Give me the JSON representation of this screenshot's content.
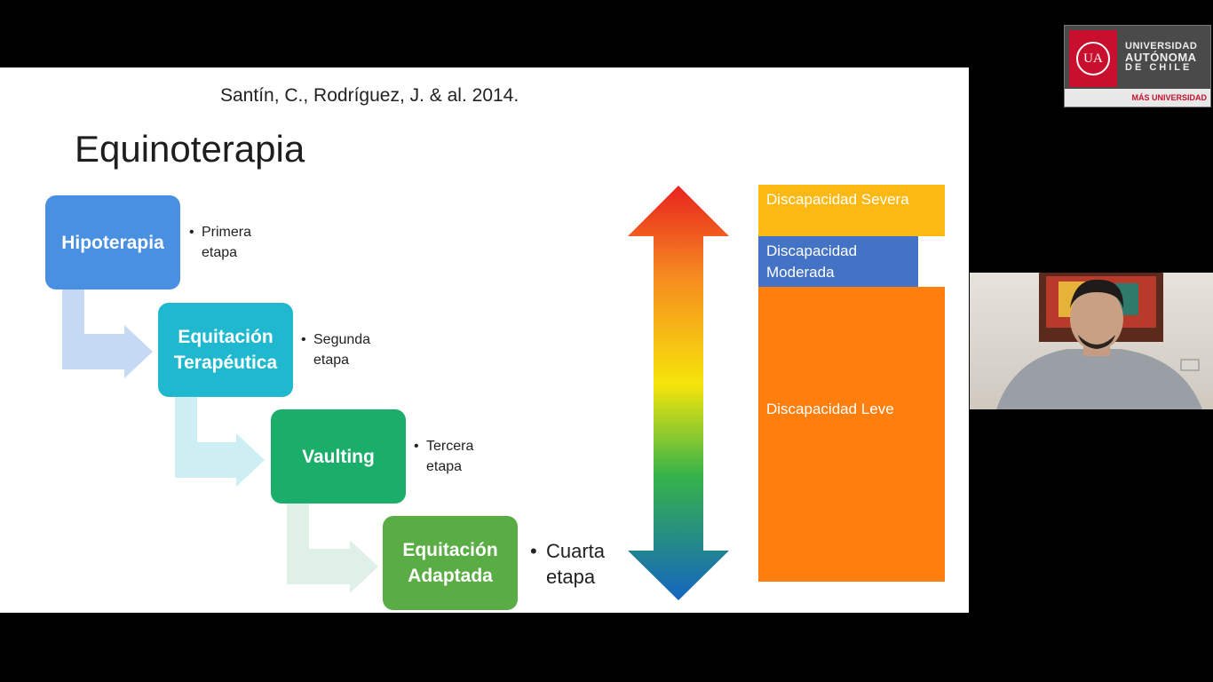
{
  "slide": {
    "citation": "Santín, C., Rodríguez, J. & al. 2014.",
    "title": "Equinoterapia",
    "steps": [
      {
        "label": "Hipoterapia",
        "note": "Primera etapa"
      },
      {
        "label": "Equitación Terapéutica",
        "note": "Segunda etapa"
      },
      {
        "label": "Vaulting",
        "note": "Tercera etapa"
      },
      {
        "label": "Equitación Adaptada",
        "note": "Cuarta etapa"
      }
    ],
    "severity_levels": [
      {
        "label": "Discapacidad Severa",
        "color": "#fdb913"
      },
      {
        "label": "Discapacidad Moderada",
        "color": "#4472c4"
      },
      {
        "label": "Discapacidad Leve",
        "color": "#ff7f0e"
      }
    ]
  },
  "logo": {
    "emblem": "UA",
    "name_line1": "UNIVERSIDAD",
    "name_line2": "AUTÓNOMA",
    "name_line3": "DE CHILE",
    "tagline": "MÁS UNIVERSIDAD"
  },
  "colors": {
    "step1": "#4a90e2",
    "step2": "#1fb8cf",
    "step3": "#1bae6b",
    "step4": "#5aad45"
  }
}
